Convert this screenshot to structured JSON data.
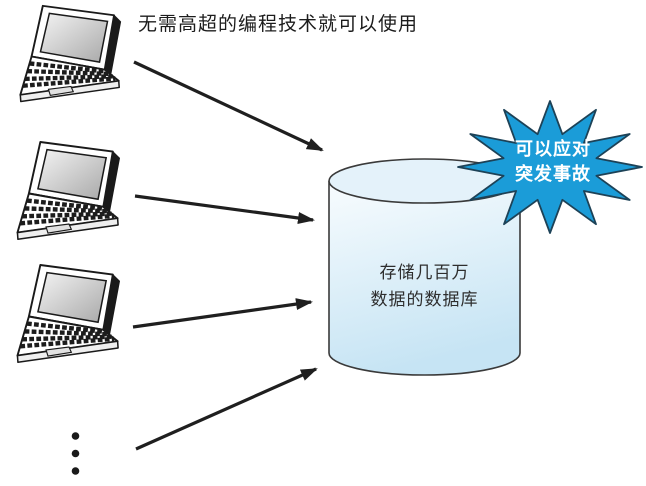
{
  "figure": {
    "caption_top": "无需高超的编程技术就可以使用",
    "database": {
      "label_line1": "存储几百万",
      "label_line2": "数据的数据库"
    },
    "burst": {
      "label_line1": "可以应对",
      "label_line2": "突发事故"
    },
    "icons": {
      "client": "laptop-icon",
      "storage": "database-cylinder-icon",
      "highlight": "starburst-icon",
      "more_items": "vertical-ellipsis-icon"
    },
    "colors": {
      "burst_fill": "#1b9cd8",
      "burst_stroke": "#1d4257",
      "line": "#1f1f1f",
      "cylinder_top": "#e4f2fa",
      "cylinder_body_light": "#f8fcfe",
      "cylinder_body_dark": "#c6e4f4"
    }
  }
}
